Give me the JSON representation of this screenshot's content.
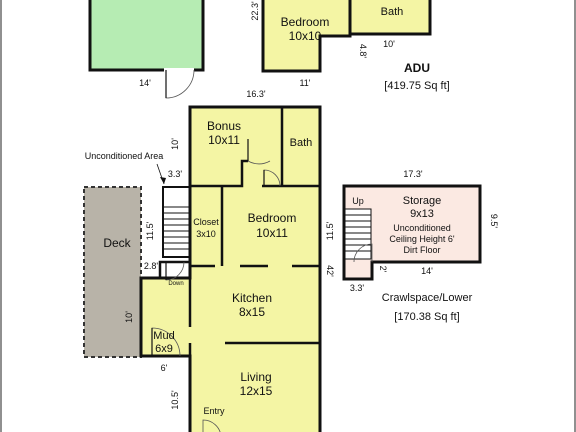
{
  "colors": {
    "room_fill": "#f4f5a4",
    "wall": "#111111",
    "deck_fill": "#b8b3a8",
    "green_fill": "#b6ecb3"
  },
  "adu": {
    "title": "ADU",
    "area": "[419.75 Sq ft]",
    "bedroom": "Bedroom",
    "bedroom_size": "10x10",
    "bath": "Bath",
    "dim_22_3": "22.3'",
    "dim_11": "11'",
    "dim_4_8": "4.8'",
    "dim_10": "10'"
  },
  "green_structure": {
    "dim_14": "14'"
  },
  "main": {
    "dim_16_3": "16.3'",
    "bonus": "Bonus",
    "bonus_size": "10x11",
    "bath": "Bath",
    "dim_10": "10'",
    "unconditioned_area": "Unconditioned Area",
    "dim_3_3": "3.3'",
    "closet": "Closet",
    "closet_size": "3x10",
    "bedroom": "Bedroom",
    "bedroom_size": "10x11",
    "dim_11_5": "11.5'",
    "dim_2_8": "2.8'",
    "down": "Down",
    "dim_42": "42'",
    "deck": "Deck",
    "kitchen": "Kitchen",
    "kitchen_size": "8x15",
    "dim_10_b": "10'",
    "mud": "Mud",
    "mud_size": "6x9",
    "dim_6": "6'",
    "living": "Living",
    "living_size": "12x15",
    "dim_10_5": "10.5'",
    "entry": "Entry"
  },
  "lower": {
    "dim_17_3": "17.3'",
    "storage": "Storage",
    "storage_size": "9x13",
    "note1": "Unconditioned",
    "note2": "Ceiling Height 6'",
    "note3": "Dirt Floor",
    "up": "Up",
    "dim_9_5": "9.5'",
    "dim_11_5": "11.5'",
    "dim_2": "2'",
    "dim_14": "14'",
    "dim_3_3": "3.3'",
    "title": "Crawlspace/Lower",
    "area": "[170.38 Sq ft]"
  }
}
